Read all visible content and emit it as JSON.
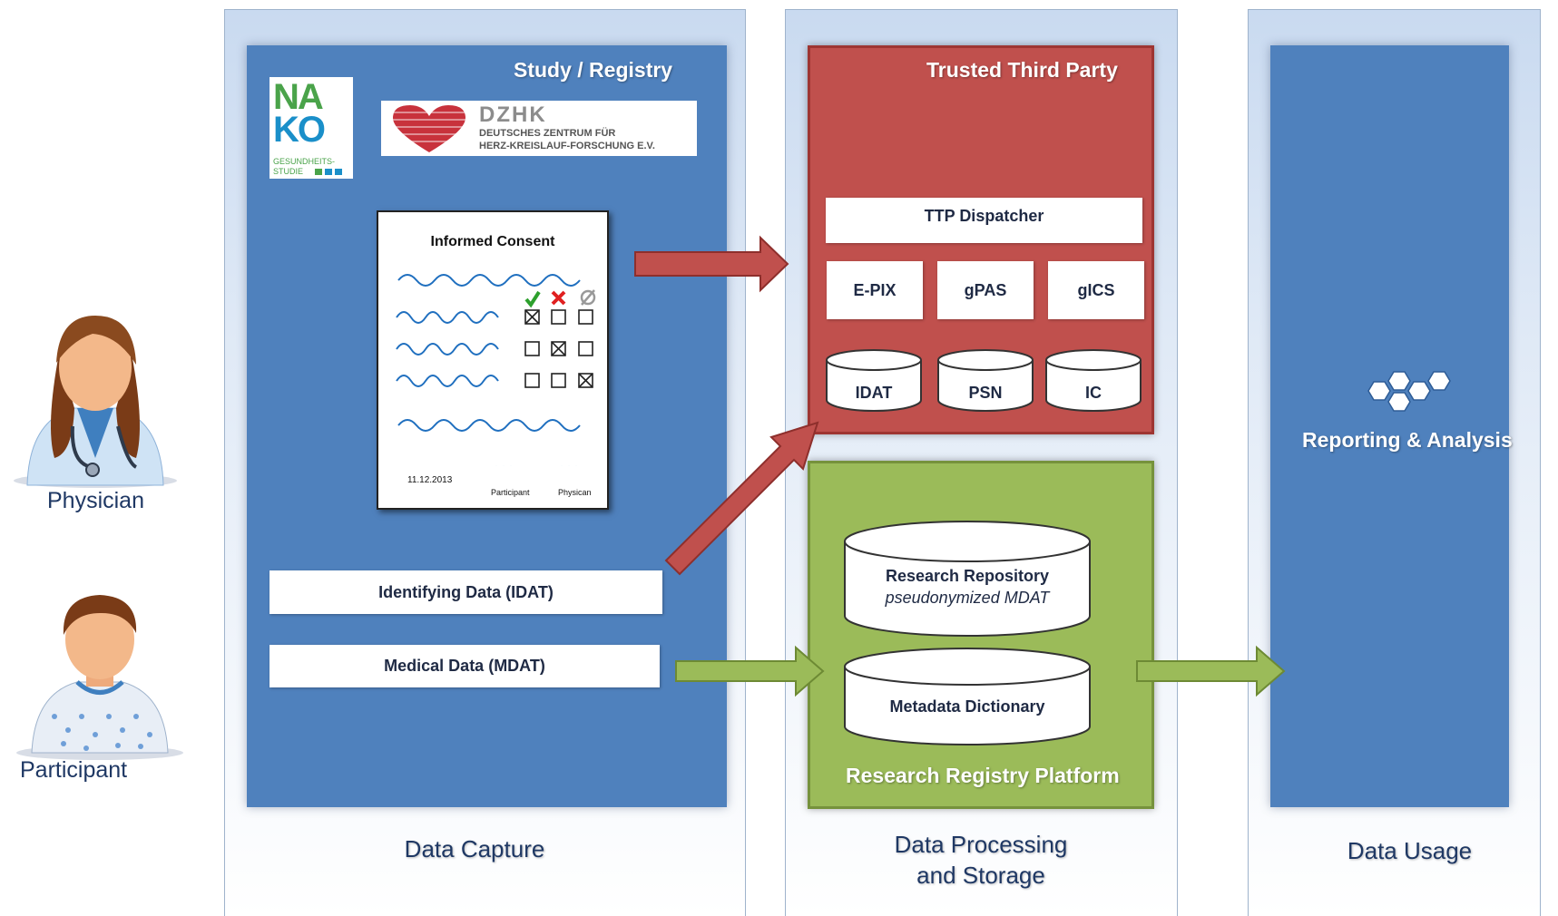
{
  "actors": {
    "physician": "Physician",
    "participant": "Participant"
  },
  "lanes": {
    "capture": "Data Capture",
    "processing_line1": "Data Processing",
    "processing_line2": "and Storage",
    "usage": "Data Usage"
  },
  "study": {
    "title": "Study / Registry",
    "nako_logo": {
      "line1": "NA",
      "line2": "KO",
      "sub1": "GESUNDHEITS-",
      "sub2": "STUDIE"
    },
    "dzhk_logo": {
      "name": "DZHK",
      "line1": "DEUTSCHES ZENTRUM FÜR",
      "line2": "HERZ-KREISLAUF-FORSCHUNG E.V."
    },
    "consent": {
      "title": "Informed Consent",
      "date": "11.12.2013",
      "participant": "Participant",
      "physician": "Physican"
    },
    "idat": "Identifying Data (IDAT)",
    "mdat": "Medical Data (MDAT)"
  },
  "ttp": {
    "title": "Trusted Third Party",
    "dispatcher": "TTP Dispatcher",
    "modules": [
      "E-PIX",
      "gPAS",
      "gICS"
    ],
    "stores": [
      "IDAT",
      "PSN",
      "IC"
    ]
  },
  "rrp": {
    "title": "Research Registry Platform",
    "repo_title": "Research Repository",
    "repo_sub": "pseudonymized MDAT",
    "metadata": "Metadata Dictionary"
  },
  "usage": {
    "title": "Reporting & Analysis"
  },
  "colors": {
    "panel_blue": "#4f81bd",
    "ttp_red": "#c0504d",
    "rrp_green": "#9bbb59",
    "text_dark": "#1f3864"
  },
  "icons": [
    "physician-icon",
    "participant-icon",
    "hexagon-network-icon",
    "heart-logo-icon"
  ]
}
